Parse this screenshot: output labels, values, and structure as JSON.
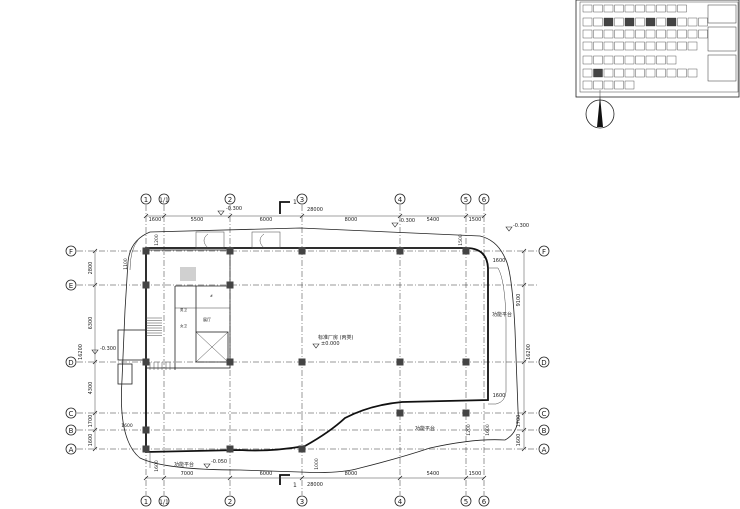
{
  "plan": {
    "grid_top": [
      "1",
      "1/1",
      "2",
      "3",
      "4",
      "5",
      "6"
    ],
    "grid_left": [
      "F",
      "E",
      "D",
      "C",
      "B",
      "A"
    ],
    "dims_top": [
      "1600",
      "5500",
      "6000",
      "8000",
      "5400",
      "1500"
    ],
    "total_top": "28000",
    "dims_bottom": [
      "7000",
      "6000",
      "8000",
      "5400",
      "1500"
    ],
    "total_bottom": "28000",
    "dims_left": [
      "2800",
      "6300",
      "4300",
      "1700",
      "1600"
    ],
    "total_left": "16200",
    "dims_right": [
      "9100",
      "1700",
      "1600"
    ],
    "total_right": "16200",
    "dim_right_small": "1600",
    "dim_1100": "1100",
    "dim_1200": "1200",
    "dim_1500": "1500",
    "dim_1600a": "1600",
    "dim_1600b": "1600",
    "dim_1600c": "1600",
    "dim_1600d": "1600",
    "dim_1200b": "1200",
    "dim_1000": "1000",
    "level_top1": "-0.300",
    "level_top2": "-0.300",
    "level_top3": "-0.300",
    "level_left": "-0.300",
    "level_bottom": "-0.050",
    "level_center": "±0.000",
    "section_mark": "1",
    "room_center": "标准厂房 (丙类)",
    "room_right": "功能平台",
    "room_bottom_right": "功能平台",
    "room_bottom_left": "功能平台",
    "room_hall": "展厅",
    "room_wc1": "男卫",
    "room_wc2": "女卫",
    "room_tiny": "#"
  }
}
